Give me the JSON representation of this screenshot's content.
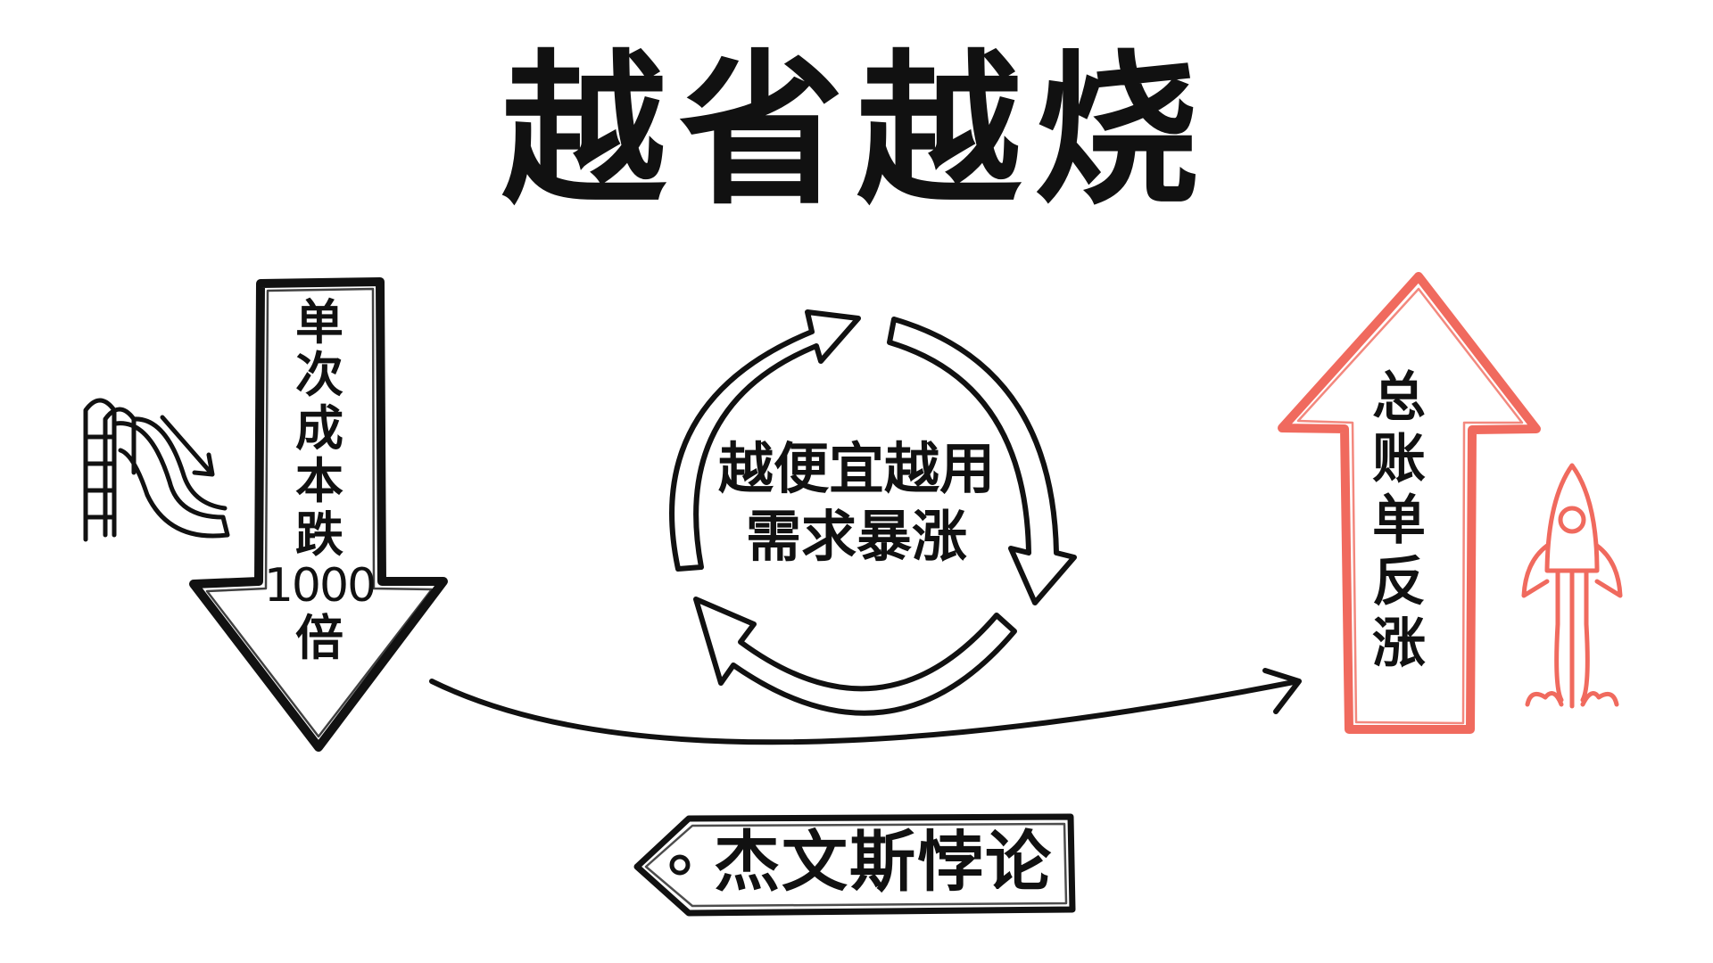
{
  "title": "越省越烧",
  "left_arrow": {
    "lines": [
      "单",
      "次",
      "成",
      "本",
      "跌",
      "1000",
      "倍"
    ]
  },
  "right_arrow": {
    "lines": [
      "总",
      "账",
      "单",
      "反",
      "涨"
    ]
  },
  "cycle": {
    "lines": [
      "越便宜越用",
      "需求暴涨"
    ]
  },
  "tag": {
    "label": "杰文斯悖论"
  },
  "icons": {
    "slide": "slide-icon",
    "rocket": "rocket-icon",
    "cycle_arrows": "cycle-arrows-icon"
  },
  "colors": {
    "ink": "#111111",
    "accent": "#f06a5e",
    "background": "#ffffff"
  }
}
